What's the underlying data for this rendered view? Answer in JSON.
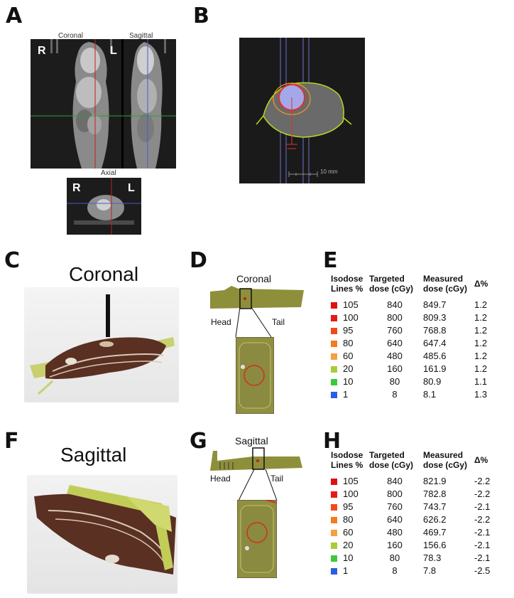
{
  "panels": {
    "a": "A",
    "b": "B",
    "c": "C",
    "d": "D",
    "e": "E",
    "f": "F",
    "g": "G",
    "h": "H"
  },
  "panel_a": {
    "coronal_label": "Coronal",
    "sagittal_label": "Sagittal",
    "axial_label": "Axial",
    "r": "R",
    "l": "L"
  },
  "panel_b": {
    "scale_text": "10 mm"
  },
  "panel_c": {
    "title": "Coronal"
  },
  "panel_d": {
    "title": "Coronal",
    "head": "Head",
    "tail": "Tail"
  },
  "panel_f": {
    "title": "Sagittal"
  },
  "panel_g": {
    "title": "Sagittal",
    "head": "Head",
    "tail": "Tail"
  },
  "table_headers": {
    "lines_1": "Isodose",
    "lines_2": "Lines %",
    "targeted_1": "Targeted",
    "targeted_2": "dose (cGy)",
    "measured_1": "Measured",
    "measured_2": "dose (cGy)",
    "delta": "Δ%"
  },
  "table_e": [
    {
      "line": "105",
      "target": "840",
      "measured": "849.7",
      "delta": "1.2",
      "color": "#e01010"
    },
    {
      "line": "100",
      "target": "800",
      "measured": "809.3",
      "delta": "1.2",
      "color": "#e81a14"
    },
    {
      "line": "95",
      "target": "760",
      "measured": "768.8",
      "delta": "1.2",
      "color": "#f04a1a"
    },
    {
      "line": "80",
      "target": "640",
      "measured": "647.4",
      "delta": "1.2",
      "color": "#f57a20"
    },
    {
      "line": "60",
      "target": "480",
      "measured": "485.6",
      "delta": "1.2",
      "color": "#f7a040"
    },
    {
      "line": "20",
      "target": "160",
      "measured": "161.9",
      "delta": "1.2",
      "color": "#a8cc38"
    },
    {
      "line": "10",
      "target": "80",
      "measured": "80.9",
      "delta": "1.1",
      "color": "#3cc83c"
    },
    {
      "line": "1",
      "target": "8",
      "measured": "8.1",
      "delta": "1.3",
      "color": "#2a5ce6"
    }
  ],
  "table_h": [
    {
      "line": "105",
      "target": "840",
      "measured": "821.9",
      "delta": "-2.2",
      "color": "#e01010"
    },
    {
      "line": "100",
      "target": "800",
      "measured": "782.8",
      "delta": "-2.2",
      "color": "#e81a14"
    },
    {
      "line": "95",
      "target": "760",
      "measured": "743.7",
      "delta": "-2.1",
      "color": "#f04a1a"
    },
    {
      "line": "80",
      "target": "640",
      "measured": "626.2",
      "delta": "-2.2",
      "color": "#f57a20"
    },
    {
      "line": "60",
      "target": "480",
      "measured": "469.7",
      "delta": "-2.1",
      "color": "#f7a040"
    },
    {
      "line": "20",
      "target": "160",
      "measured": "156.6",
      "delta": "-2.1",
      "color": "#a8cc38"
    },
    {
      "line": "10",
      "target": "80",
      "measured": "78.3",
      "delta": "-2.1",
      "color": "#3cc83c"
    },
    {
      "line": "1",
      "target": "8",
      "measured": "7.8",
      "delta": "-2.5",
      "color": "#2a5ce6"
    }
  ]
}
